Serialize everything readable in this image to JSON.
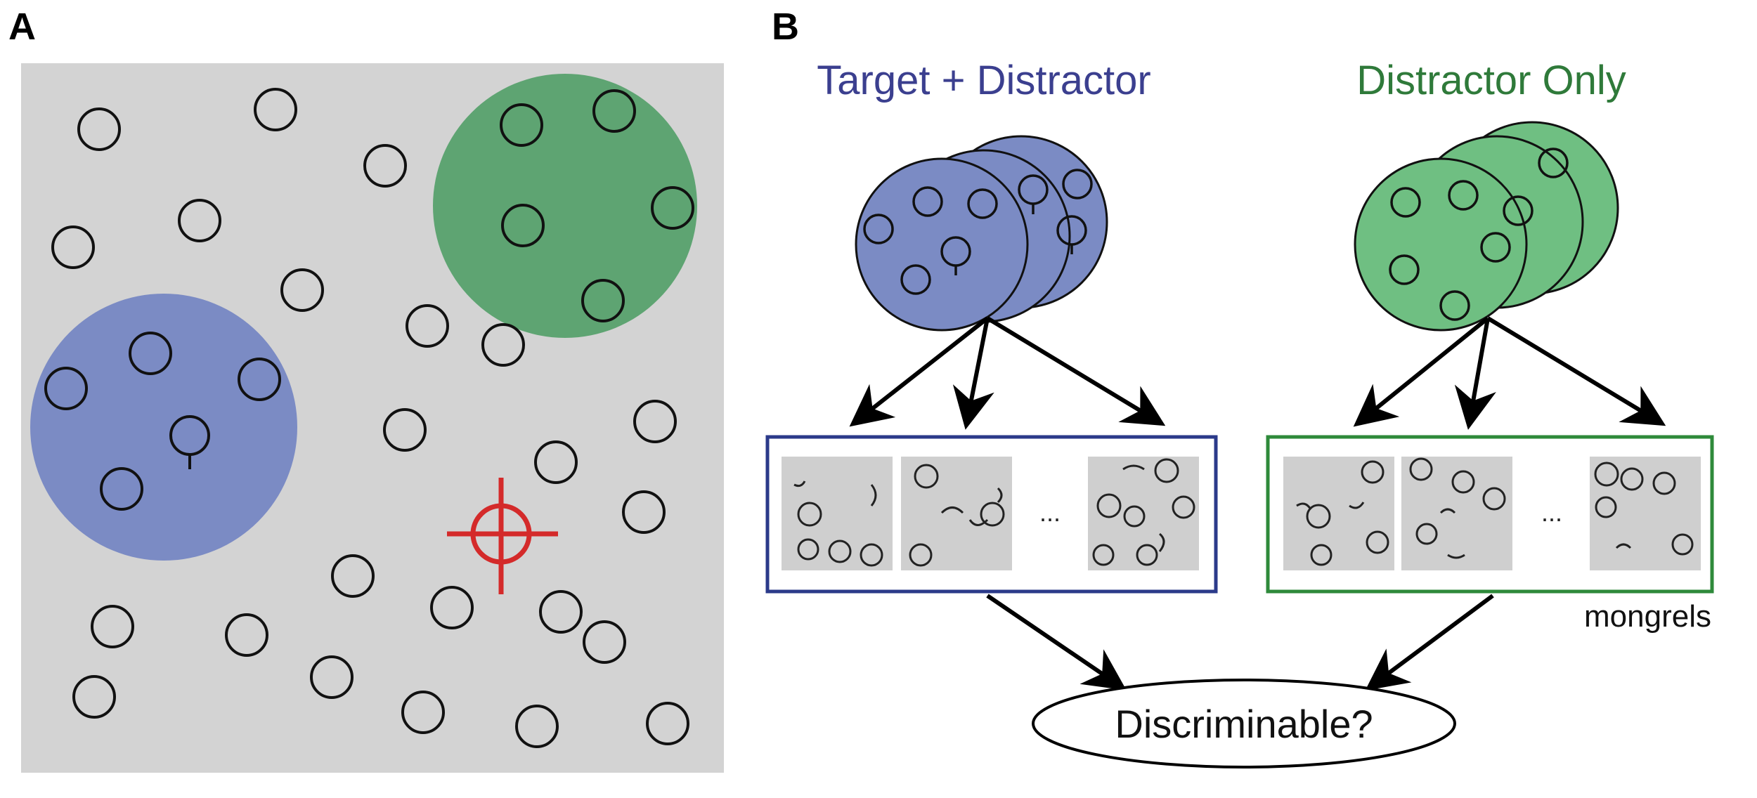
{
  "panel_a": {
    "label": "A",
    "background_color": "#d3d3d3",
    "target_pool_color": "#7b8bc4",
    "distractor_pool_color": "#5ea472",
    "crosshair_color": "#d42a2a"
  },
  "panel_b": {
    "label": "B",
    "title_target": "Target + Distractor",
    "title_distractor": "Distractor Only",
    "ellipsis_left": "...",
    "ellipsis_right": "...",
    "mongrels_label": "mongrels",
    "decision_label": "Discriminable?",
    "target_box_color": "#2b3a8a",
    "distractor_box_color": "#2e8a3a"
  }
}
